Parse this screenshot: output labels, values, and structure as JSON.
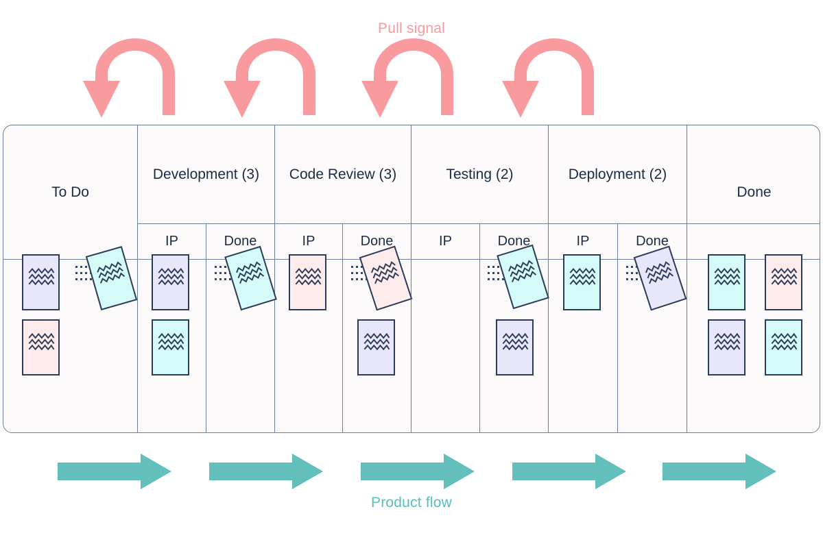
{
  "diagram": {
    "title_top": "Pull signal",
    "title_bottom": "Product flow",
    "colors": {
      "pull_signal": "#f89a9e",
      "product_flow": "#57bfbd",
      "board_border": "#6a7f98",
      "board_bg": "#fcfafa",
      "card_border": "#2b3a57",
      "card_lavender": "#e7e6fa",
      "card_cyan": "#d4fbf7",
      "card_pink": "#fdeceb",
      "text": "#1b2a45"
    }
  },
  "board": {
    "columns": [
      {
        "id": "todo",
        "label": "To Do",
        "wip": null,
        "sub": []
      },
      {
        "id": "development",
        "label": "Development (3)",
        "wip": 3,
        "sub": [
          "IP",
          "Done"
        ]
      },
      {
        "id": "codereview",
        "label": "Code Review (3)",
        "wip": 3,
        "sub": [
          "IP",
          "Done"
        ]
      },
      {
        "id": "testing",
        "label": "Testing (2)",
        "wip": 2,
        "sub": [
          "IP",
          "Done"
        ]
      },
      {
        "id": "deployment",
        "label": "Deployment (2)",
        "wip": 2,
        "sub": [
          "IP",
          "Done"
        ]
      },
      {
        "id": "done",
        "label": "Done",
        "wip": null,
        "sub": []
      }
    ],
    "sub_labels": {
      "in_progress": "IP",
      "done": "Done"
    }
  },
  "cards": [
    {
      "lane": "todo",
      "color": "lavender",
      "state": "resting",
      "lines": 3
    },
    {
      "lane": "todo",
      "color": "pink",
      "state": "resting",
      "lines": 3
    },
    {
      "lane": "todo",
      "color": "cyan",
      "state": "moving",
      "lines": 3
    },
    {
      "lane": "development-ip",
      "color": "lavender",
      "state": "resting",
      "lines": 3
    },
    {
      "lane": "development-ip",
      "color": "cyan",
      "state": "resting",
      "lines": 3
    },
    {
      "lane": "development-done",
      "color": "cyan",
      "state": "moving",
      "lines": 3
    },
    {
      "lane": "codereview-ip",
      "color": "pink",
      "state": "resting",
      "lines": 3
    },
    {
      "lane": "codereview-done",
      "color": "pink",
      "state": "moving",
      "lines": 3
    },
    {
      "lane": "codereview-done",
      "color": "lavender",
      "state": "resting",
      "lines": 3
    },
    {
      "lane": "testing-done",
      "color": "cyan",
      "state": "moving",
      "lines": 3
    },
    {
      "lane": "testing-done",
      "color": "lavender",
      "state": "resting",
      "lines": 3
    },
    {
      "lane": "deployment-ip",
      "color": "cyan",
      "state": "resting",
      "lines": 3
    },
    {
      "lane": "deployment-done",
      "color": "lavender",
      "state": "moving",
      "lines": 3
    },
    {
      "lane": "done",
      "color": "cyan",
      "state": "resting",
      "lines": 3
    },
    {
      "lane": "done",
      "color": "pink",
      "state": "resting",
      "lines": 3
    },
    {
      "lane": "done",
      "color": "lavender",
      "state": "resting",
      "lines": 3
    },
    {
      "lane": "done",
      "color": "cyan",
      "state": "resting",
      "lines": 3
    }
  ],
  "pull_signal_arrows": {
    "count": 4,
    "direction": "right-to-left-down"
  },
  "product_flow_arrows": {
    "count": 5,
    "direction": "left-to-right"
  }
}
